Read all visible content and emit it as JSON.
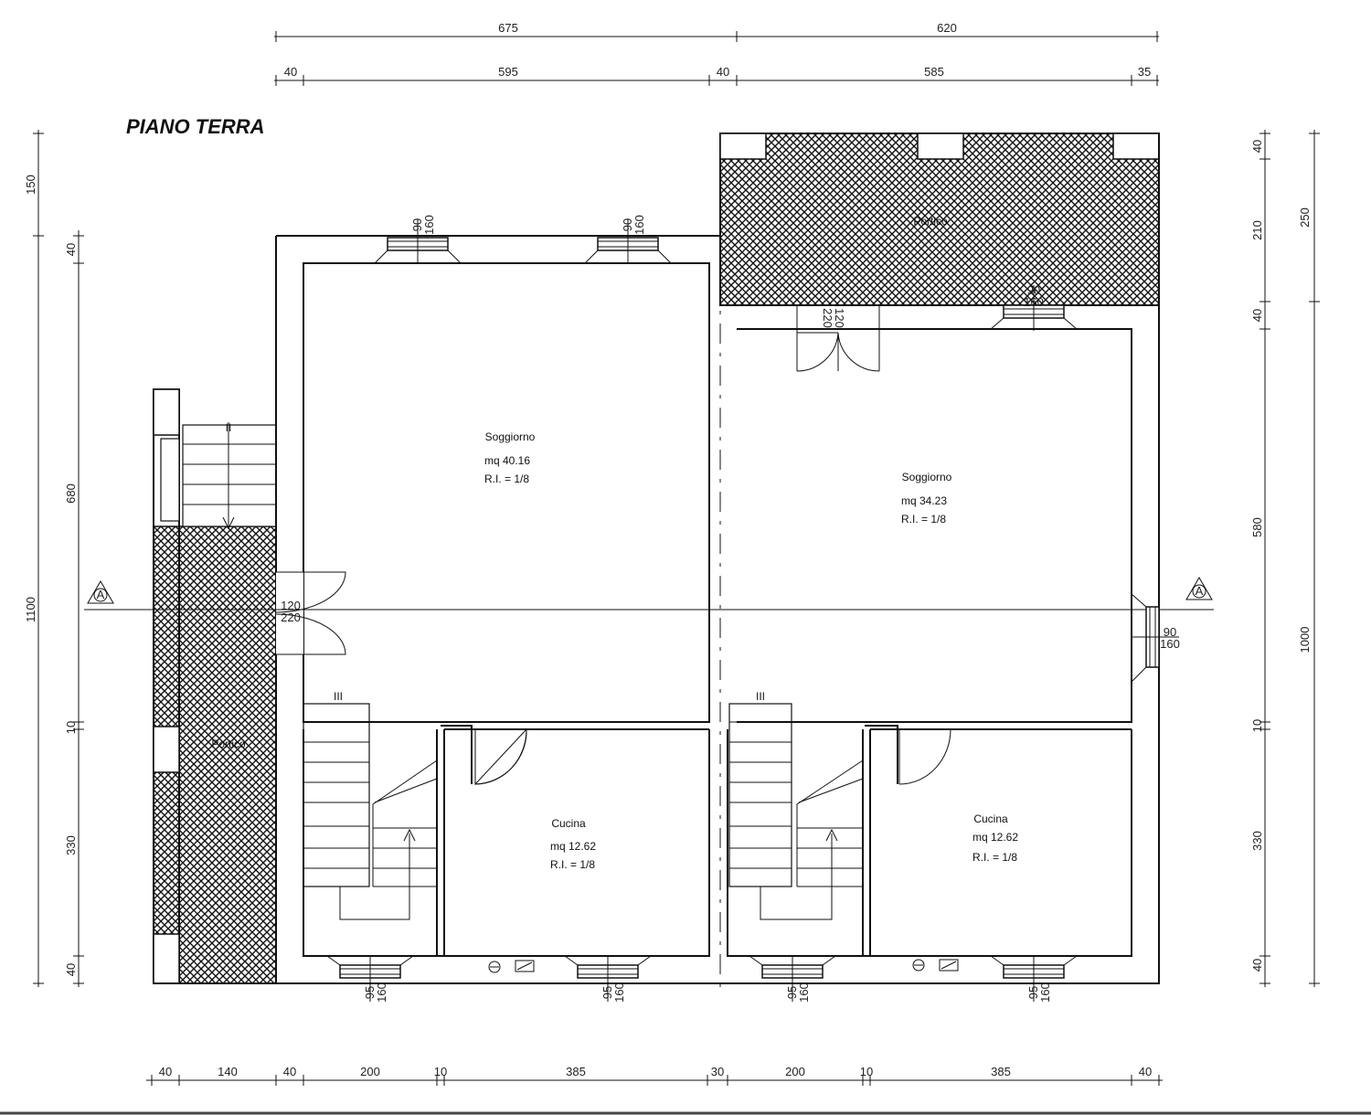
{
  "title": "PIANO TERRA",
  "dims": {
    "top_outer": [
      "675",
      "620"
    ],
    "top_inner": [
      "40",
      "595",
      "40",
      "585",
      "35"
    ],
    "bottom": [
      "40",
      "140",
      "40",
      "200",
      "10",
      "385",
      "30",
      "200",
      "10",
      "385",
      "40"
    ],
    "left_outer": [
      "150",
      "1100"
    ],
    "left_inner": [
      "40",
      "680",
      "10",
      "330",
      "40"
    ],
    "right_inner": [
      "40",
      "210",
      "40",
      "580",
      "10",
      "330",
      "40"
    ],
    "right_outer": [
      "250",
      "1000"
    ]
  },
  "openings": {
    "top_win1": "90\n160",
    "top_win2": "90\n160",
    "top_win3": "90\n160",
    "door_top": "120\n220",
    "door_left": "120\n220",
    "right_win": "90\n160",
    "bot_win1": "95\n160",
    "bot_win2": "95\n160",
    "bot_win3": "95\n160",
    "bot_win4": "95\n160"
  },
  "rooms": [
    {
      "name": "Soggiorno",
      "area": "mq 40.16",
      "ri": "R.I. = 1/8"
    },
    {
      "name": "Soggiorno",
      "area": "mq 34.23",
      "ri": "R.I. = 1/8"
    },
    {
      "name": "Cucina",
      "area": "mq 12.62",
      "ri": "R.I. = 1/8"
    },
    {
      "name": "Cucina",
      "area": "mq 12.62",
      "ri": "R.I. = 1/8"
    }
  ],
  "porticos": [
    "Portico",
    "Portico"
  ],
  "section_marker": "A",
  "stairs": [
    "II",
    "III",
    "III"
  ]
}
